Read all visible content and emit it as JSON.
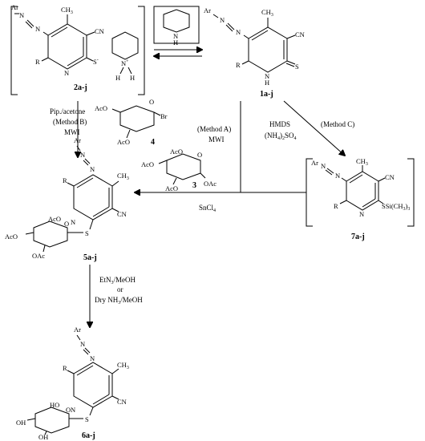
{
  "compounds": {
    "c2": "2a-j",
    "c1": "1a-j",
    "c4": "4",
    "c3": "3",
    "c5": "5a-j",
    "c7": "7a-j",
    "c6": "6a-j"
  },
  "atoms": {
    "ar": "Ar",
    "n": "N",
    "nh": "N",
    "h": "H",
    "ch3": "CH",
    "ch3_sub": "3",
    "cn": "CN",
    "r": "R",
    "s_minus": "S",
    "s": "S",
    "br": "Br",
    "aco": "AcO",
    "oac": "OAc",
    "o": "O",
    "ho": "HO",
    "oh": "OH",
    "sscm": "SSi(CH",
    "sscm_sub": "3",
    "sscm_end": ")",
    "sscm_sub2": "3",
    "plus": "+",
    "minus": "-"
  },
  "conditions": {
    "pip_acetone": "Pip./acetone",
    "method_b": "(Method B)",
    "mwi_b": "MWI",
    "method_a": "(Method A)",
    "mwi_a": "MWI",
    "hmds": "HMDS",
    "nh4so4": "(NH",
    "nh4so4_sub1": "4",
    "nh4so4_mid": ")",
    "nh4so4_sub2": "2",
    "nh4so4_end": "SO",
    "nh4so4_sub3": "4",
    "method_c": "(Method C)",
    "sncl4": "SnCl",
    "sncl4_sub": "4",
    "etn3": "EtN",
    "etn3_sub": "3",
    "etn3_end": "/MeOH",
    "or": "or",
    "dry_nh3": "Dry NH",
    "dry_nh3_sub": "3",
    "dry_nh3_end": "/MeOH"
  }
}
